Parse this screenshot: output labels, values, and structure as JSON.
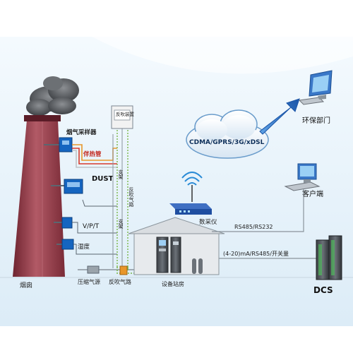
{
  "labels": {
    "sampler": "烟气采样器",
    "heat_pipe": "伴热管",
    "dust": "DUST",
    "vpt": "V/P/T",
    "humidity": "湿度",
    "chimney": "烟囱",
    "compressed_air": "压缩气源",
    "backflush_air": "反吹气路",
    "backflush_device": "反吹装置",
    "backflush_pipe_vertical": "反吹气路",
    "bracket_upper": "支架",
    "bracket_lower": "支架",
    "cloud": "CDMA/GPRS/3G/xDSL",
    "env_dept": "环保部门",
    "client": "客户端",
    "data_collector": "数采仪",
    "rs485_rs232": "RS485/RS232",
    "analog_bus": "(4-20)mA/RS485/开关量",
    "station_room": "设备站房",
    "dcs": "DCS"
  },
  "colors": {
    "background_band": "#e9f4fb",
    "chimney": "#8a3340",
    "chimney_light": "#b25a66",
    "device_blue": "#1565c0",
    "pipe_red": "#d63a2c",
    "pipe_orange": "#e8962a",
    "pipe_green": "#7ab648",
    "line_gray": "#8a949c",
    "arrow_blue": "#1a63b8"
  }
}
